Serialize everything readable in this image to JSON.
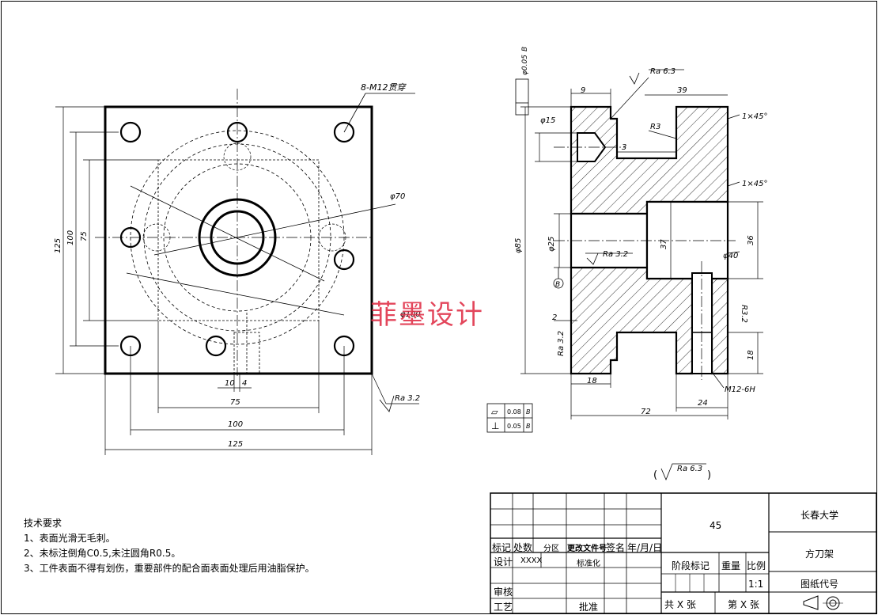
{
  "callouts": {
    "holes": "8-M12贯穿",
    "dia70": "φ70",
    "dia100": "φ100",
    "ra_side_bottom": "Ra 3.2",
    "ra_top": "Ra 6.3",
    "ra_mid": "Ra 3.2",
    "ra_left": "Ra 3.2",
    "ra_general": "Ra 6.3",
    "r3": "R3",
    "r3_vert": "R3.2",
    "chamfer1": "1×45°",
    "chamfer2": "1×45°",
    "thread": "M12-6H",
    "datum": "B",
    "pos_tol": "φ0.05",
    "pos_datum": "B"
  },
  "dims_front": {
    "h125": "125",
    "h100": "100",
    "h75": "75",
    "w10": "10",
    "w4": "4",
    "w75": "75",
    "w100": "100",
    "w125": "125"
  },
  "dims_side": {
    "d9": "9",
    "d39": "39",
    "d3": "3",
    "d15": "φ15",
    "d85": "φ85",
    "d25": "φ25",
    "d37": "37",
    "d36": "36",
    "d40": "φ40",
    "d2": "2",
    "d18a": "18",
    "d18b": "18",
    "d24": "24",
    "d72": "72"
  },
  "tolerance_frames": [
    {
      "symbol": "▱",
      "value": "0.08",
      "datum": "B"
    },
    {
      "symbol": "⊥",
      "value": "0.05",
      "datum": "B"
    }
  ],
  "notes": {
    "title": "技术要求",
    "items": [
      "1、表面光滑无毛刺。",
      "2、未标注倒角C0.5,未注圆角R0.5。",
      "3、工件表面不得有划伤，重要部件的配合面表面处理后用油脂保护。"
    ]
  },
  "watermark": "菲墨设计",
  "title_block": {
    "university": "长春大学",
    "part_name": "方刀架",
    "drawing_code": "图纸代号",
    "material": "45",
    "scale": "1:1",
    "sheets_total": "共 X 张",
    "sheet_no": "第 X 张",
    "row_mark": "标记",
    "row_count": "处数",
    "row_zone": "分区",
    "row_doc": "更改文件号",
    "row_sign": "签名",
    "row_date": "年/月/日",
    "design": "设计",
    "designer": "XXXX",
    "standard": "标准化",
    "review": "审核",
    "process": "工艺",
    "approve": "批准",
    "stage": "阶段标记",
    "weight": "重量",
    "ratio": "比例"
  }
}
